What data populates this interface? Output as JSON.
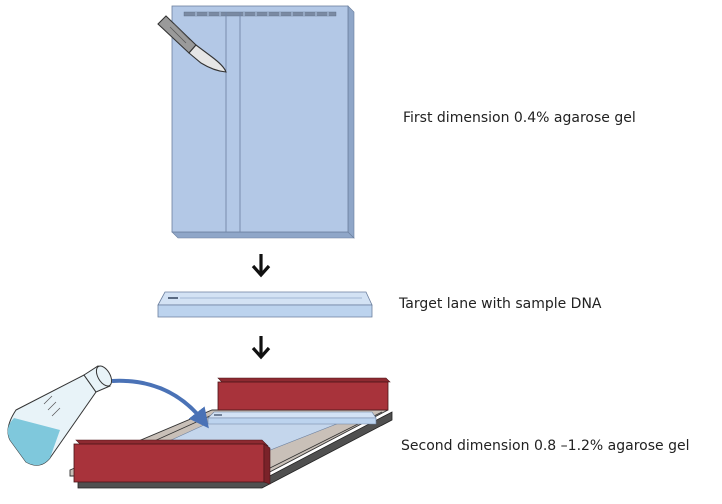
{
  "steps": {
    "first": "First dimension 0.4% agarose gel",
    "target": "Target lane with sample DNA",
    "second": "Second dimension  0.8 –1.2% agarose gel"
  },
  "icons": [
    "scalpel-icon",
    "down-arrow-icon",
    "flask-icon",
    "curved-arrow-icon"
  ],
  "colors": {
    "gel": "#b3c8e6",
    "gel_edge": "#8fa6c8",
    "gel_outline": "#6b7f9e",
    "target_lane": "#bcd3ee",
    "electrode_block": "#a8333b",
    "electrode_top": "#8e2a31",
    "tray": "#c9c0b8",
    "tray_base": "#505050",
    "liquid": "#7fc8dc",
    "arrow": "#4a72b6"
  }
}
